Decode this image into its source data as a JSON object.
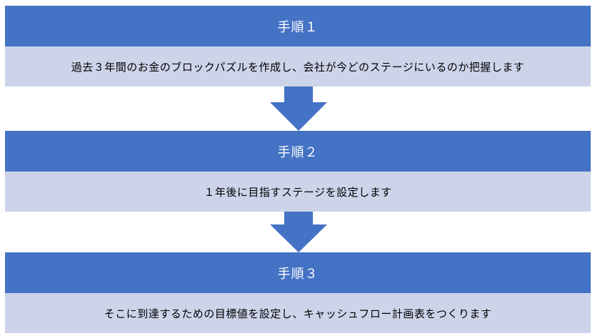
{
  "steps": [
    {
      "title": "手順１",
      "description": "過去３年間のお金のブロックパズルを作成し、会社が今どのステージにいるのか把握します"
    },
    {
      "title": "手順２",
      "description": "１年後に目指すステージを設定します"
    },
    {
      "title": "手順３",
      "description": "そこに到達するための目標値を設定し、キャッシュフロー計画表をつくります"
    }
  ],
  "colors": {
    "header_bg": "#4472c4",
    "body_bg": "#cdd4ea",
    "arrow": "#4472c4"
  },
  "icons": {
    "arrow": "down-arrow-icon"
  }
}
